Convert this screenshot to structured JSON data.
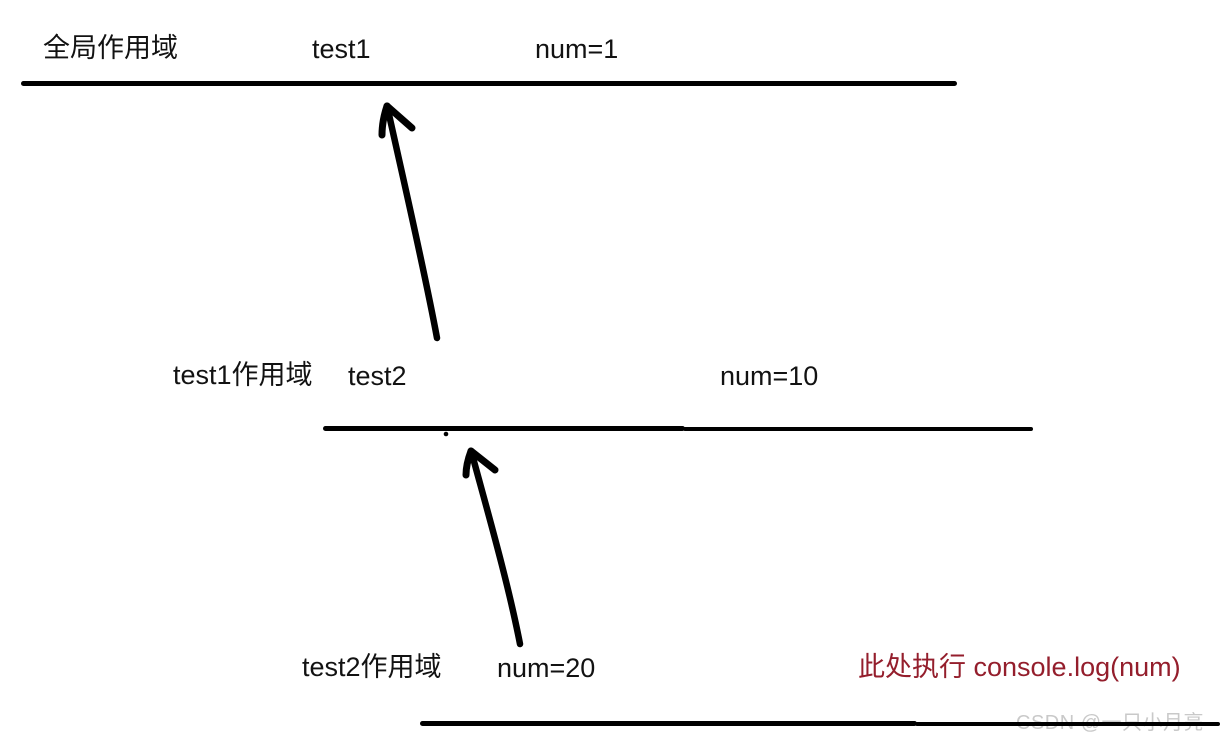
{
  "diagram": {
    "title_hint": "JavaScript scope chain lookup diagram",
    "scopes": [
      {
        "label": "全局作用域",
        "entries": [
          "test1",
          "num=1"
        ]
      },
      {
        "label": "test1作用域",
        "entries": [
          "test2",
          "num=10"
        ]
      },
      {
        "label": "test2作用域",
        "entries": [
          "num=20"
        ],
        "note": "此处执行 console.log(num)"
      }
    ],
    "arrows": [
      {
        "name": "test1-scope-to-global-scope",
        "direction": "up"
      },
      {
        "name": "test2-scope-to-test1-scope",
        "direction": "up"
      }
    ],
    "colors": {
      "ink": "#000000",
      "note_red": "#941e2c",
      "watermark_gray": "#c9c9c9"
    },
    "watermark": "CSDN @一只小月亮"
  }
}
